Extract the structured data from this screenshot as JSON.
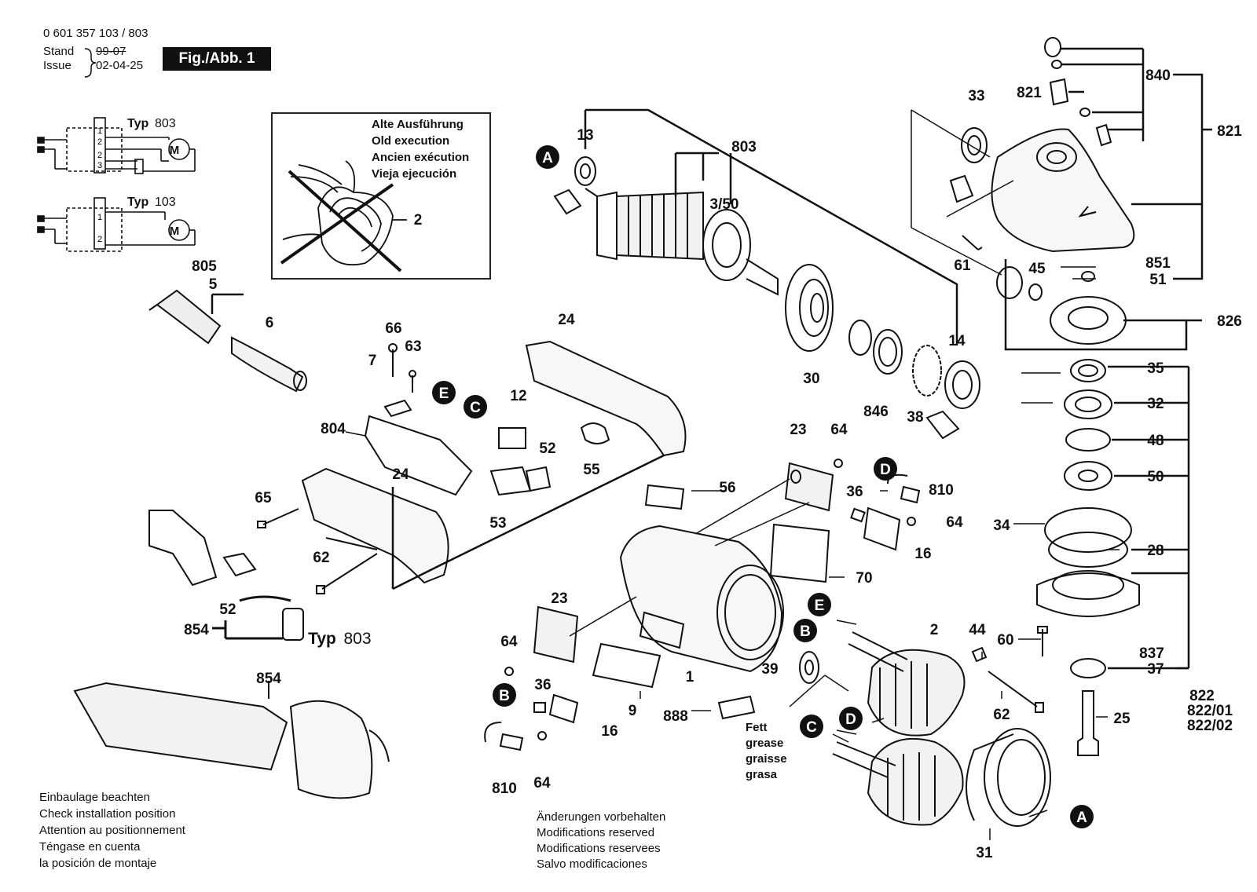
{
  "header": {
    "part_number": "0 601 357 103 / 803",
    "stand_label": "Stand",
    "stand_value": "99-07",
    "issue_label": "Issue",
    "issue_value": "02-04-25",
    "figure": "Fig./Abb. 1"
  },
  "wiring": [
    {
      "type_label": "Typ",
      "type_value": "803",
      "motor": "M",
      "terminals": [
        "1",
        "2",
        "2",
        "3"
      ]
    },
    {
      "type_label": "Typ",
      "type_value": "103",
      "motor": "M",
      "terminals": [
        "1",
        "2"
      ]
    }
  ],
  "old_execution": {
    "lines": [
      "Alte Ausführung",
      "Old execution",
      "Ancien exécution",
      "Vieja ejecución"
    ],
    "part": "2"
  },
  "callouts": [
    "A",
    "B",
    "C",
    "D",
    "E"
  ],
  "parts": {
    "p13": "13",
    "p803": "803",
    "p350": "3/50",
    "p14": "14",
    "p30": "30",
    "p846": "846",
    "p38": "38",
    "p33": "33",
    "p821a": "821",
    "p840": "840",
    "p821b": "821",
    "p61": "61",
    "p45": "45",
    "p851": "851",
    "p51": "51",
    "p826": "826",
    "p35": "35",
    "p32": "32",
    "p48": "48",
    "p50": "50",
    "p34": "34",
    "p28": "28",
    "p60": "60",
    "p837": "837",
    "p37": "37",
    "p25": "25",
    "p822": "822",
    "p82201": "822/01",
    "p82202": "822/02",
    "p805": "805",
    "p5": "5",
    "p6": "6",
    "p66": "66",
    "p63": "63",
    "p7": "7",
    "p804": "804",
    "p12": "12",
    "p24a": "24",
    "p52a": "52",
    "p53": "53",
    "p55": "55",
    "p65": "65",
    "p24b": "24",
    "p62a": "62",
    "p52b": "52",
    "p854a": "854",
    "p854b": "854",
    "p803typ": "Typ",
    "p803val": "803",
    "p23a": "23",
    "p64a": "64",
    "p810a": "810",
    "p36a": "36",
    "p64b": "64",
    "p16a": "16",
    "p56": "56",
    "p70": "70",
    "p23b": "23",
    "p64c": "64",
    "p1": "1",
    "p9": "9",
    "p888": "888",
    "p36b": "36",
    "p16b": "16",
    "p810b": "810",
    "p64d": "64",
    "p39": "39",
    "p2": "2",
    "p44": "44",
    "p62b": "62",
    "p31": "31"
  },
  "grease": [
    "Fett",
    "grease",
    "graisse",
    "grasa"
  ],
  "notes_install": [
    "Einbaulage beachten",
    "Check installation position",
    "Attention au positionnement",
    "Téngase en cuenta",
    "la posición de montaje"
  ],
  "notes_modifications": [
    "Änderungen vorbehalten",
    "Modifications reserved",
    "Modifications reservees",
    "Salvo modificaciones"
  ]
}
